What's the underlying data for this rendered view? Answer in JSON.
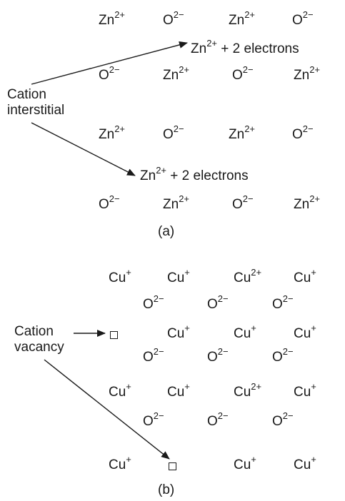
{
  "panel_a": {
    "caption": "(a)",
    "label_line1": "Cation",
    "label_line2": "interstitial",
    "rows": [
      [
        {
          "b": "Zn",
          "s": "2+"
        },
        {
          "b": "O",
          "s": "2−"
        },
        {
          "b": "Zn",
          "s": "2+"
        },
        {
          "b": "O",
          "s": "2−"
        }
      ],
      [
        {
          "b": "O",
          "s": "2−"
        },
        {
          "b": "Zn",
          "s": "2+"
        },
        {
          "b": "O",
          "s": "2−"
        },
        {
          "b": "Zn",
          "s": "2+"
        }
      ],
      [
        {
          "b": "Zn",
          "s": "2+"
        },
        {
          "b": "O",
          "s": "2−"
        },
        {
          "b": "Zn",
          "s": "2+"
        },
        {
          "b": "O",
          "s": "2−"
        }
      ],
      [
        {
          "b": "O",
          "s": "2−"
        },
        {
          "b": "Zn",
          "s": "2+"
        },
        {
          "b": "O",
          "s": "2−"
        },
        {
          "b": "Zn",
          "s": "2+"
        }
      ]
    ],
    "interstitial": {
      "base": "Zn",
      "sup": "2+",
      "suffix": " + 2 electrons"
    }
  },
  "panel_b": {
    "caption": "(b)",
    "label_line1": "Cation",
    "label_line2": "vacancy",
    "rows": [
      [
        {
          "b": "Cu",
          "s": "+"
        },
        {
          "b": "Cu",
          "s": "+"
        },
        {
          "b": "Cu",
          "s": "2+"
        },
        {
          "b": "Cu",
          "s": "+"
        }
      ],
      [
        {
          "b": "O",
          "s": "2−"
        },
        {
          "b": "O",
          "s": "2−"
        },
        {
          "b": "O",
          "s": "2−"
        }
      ],
      [
        {
          "vac": true
        },
        {
          "b": "Cu",
          "s": "+"
        },
        {
          "b": "Cu",
          "s": "+"
        },
        {
          "b": "Cu",
          "s": "+"
        }
      ],
      [
        {
          "b": "O",
          "s": "2−"
        },
        {
          "b": "O",
          "s": "2−"
        },
        {
          "b": "O",
          "s": "2−"
        }
      ],
      [
        {
          "b": "Cu",
          "s": "+"
        },
        {
          "b": "Cu",
          "s": "+"
        },
        {
          "b": "Cu",
          "s": "2+"
        },
        {
          "b": "Cu",
          "s": "+"
        }
      ],
      [
        {
          "b": "O",
          "s": "2−"
        },
        {
          "b": "O",
          "s": "2−"
        },
        {
          "b": "O",
          "s": "2−"
        }
      ],
      [
        {
          "b": "Cu",
          "s": "+"
        },
        {
          "vac": true
        },
        {
          "b": "Cu",
          "s": "+"
        },
        {
          "b": "Cu",
          "s": "+"
        }
      ]
    ]
  }
}
